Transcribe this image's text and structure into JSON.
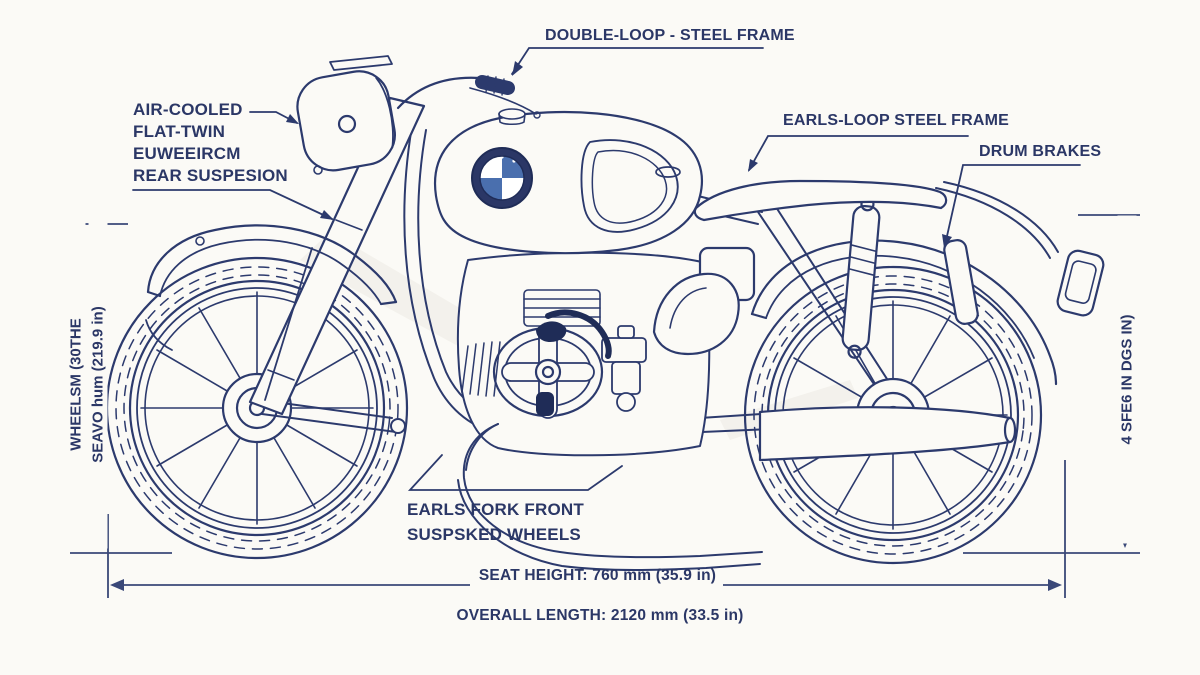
{
  "colors": {
    "background": "#fbfaf6",
    "ink": "#2c3a6d",
    "dark_accent": "#1f2c57",
    "dimension": "#3a4878",
    "roundel_blue": "#4a6fae"
  },
  "annotations": {
    "top_label": "DOUBLE-LOOP - STEEL FRAME",
    "left_block": [
      "AIR-COOLED",
      "FLAT-TWIN",
      "EUWEEIRCM",
      "REAR SUSPESION"
    ],
    "earls_loop": "EARLS-LOOP STEEL FRAME",
    "drum_brakes": "DRUM BRAKES",
    "bottom_block": [
      "EARLS FORK FRONT",
      "SUSPSKED WHEELS"
    ]
  },
  "dimensions": {
    "left_vertical": {
      "line1": "WHEELSM (30THE",
      "line2": "SEAVO hum (219.9 in)"
    },
    "right_vertical": {
      "label": "4 SFE6 IN DGS IN)"
    },
    "seat_height": {
      "label": "SEAT HEIGHT: 760 mm (35.9 in)"
    },
    "overall_length": {
      "label": "OVERALL LENGTH: 2120 mm (33.5 in)"
    }
  },
  "icons": {
    "tank_emblem": "bmw-roundel-logo"
  }
}
